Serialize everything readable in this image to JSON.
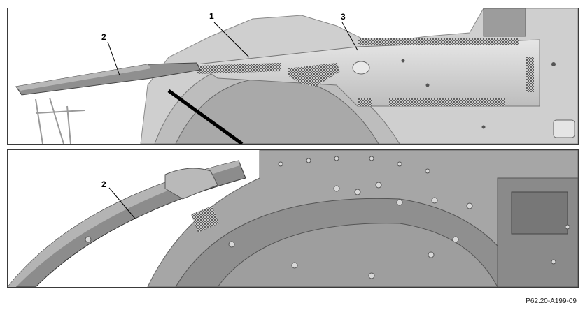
{
  "callouts": {
    "top_1": "1",
    "top_2": "2",
    "top_3": "3",
    "bottom_2": "2"
  },
  "figure_code": "P62.20-A199-09",
  "colors": {
    "panel_border": "#3a3a3a",
    "metal_light": "#d7d7d7",
    "metal_mid": "#b9b9b9",
    "metal_dark": "#7a7a7a",
    "hatch": "#4a4a4a"
  }
}
